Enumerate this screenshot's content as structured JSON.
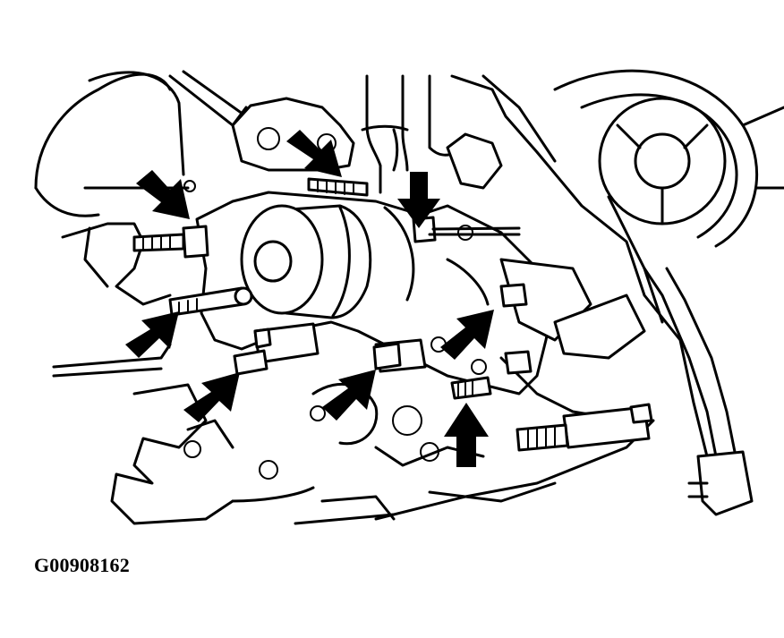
{
  "figure": {
    "id_label": "G00908162"
  },
  "colors": {
    "ink": "#000000",
    "paper": "#ffffff"
  },
  "arrows": [
    {
      "name": "arrow-top-left-bolt",
      "direction": "down-right"
    },
    {
      "name": "arrow-top-bracket-bolt",
      "direction": "down-right"
    },
    {
      "name": "arrow-top-right-bolt",
      "direction": "down"
    },
    {
      "name": "arrow-left-stud",
      "direction": "up-right"
    },
    {
      "name": "arrow-lower-left-bolt",
      "direction": "up-right"
    },
    {
      "name": "arrow-lower-center-bolt",
      "direction": "up-right"
    },
    {
      "name": "arrow-right-bolt",
      "direction": "up-right"
    },
    {
      "name": "arrow-bottom-center-bolt",
      "direction": "up"
    }
  ]
}
